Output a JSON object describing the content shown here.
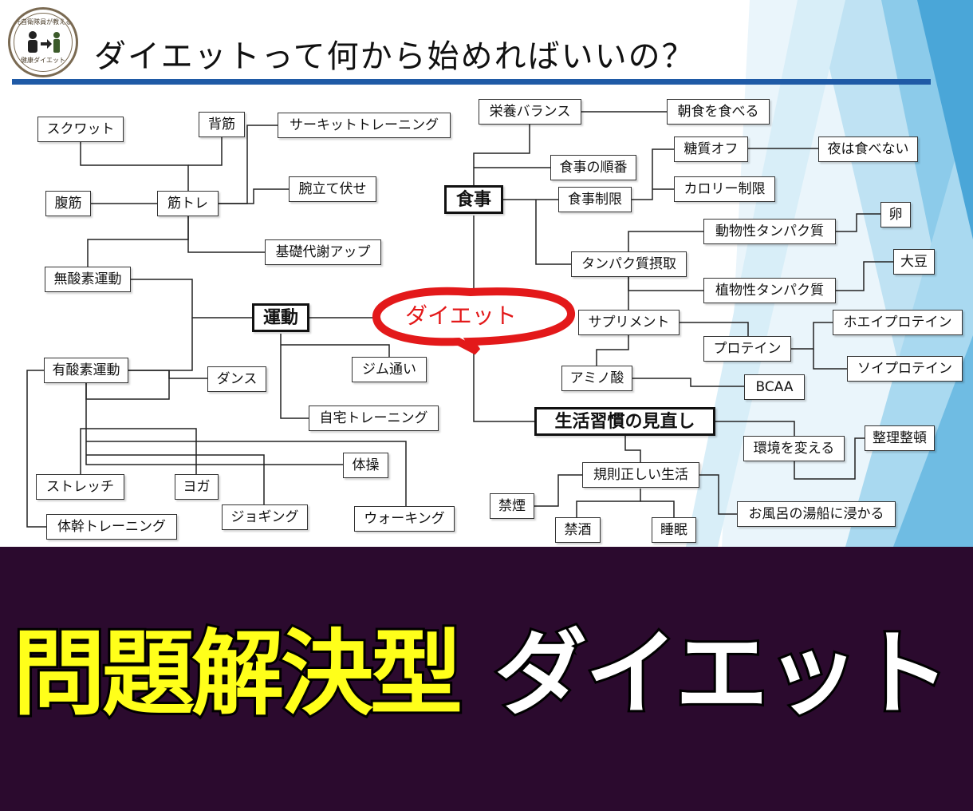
{
  "title": "ダイエットって何から始めればいいの？",
  "logo": {
    "top_text": "元自衛隊員が教える",
    "bottom_text": "健康ダイエット"
  },
  "center": "ダイエット",
  "colors": {
    "title_rule": "#1f5aa6",
    "center_ring": "#e3191a",
    "bottom_bg": "#2b0a2e",
    "banner_yellow": "#ffff1a",
    "banner_white": "#ffffff",
    "deco_blue": "#4aa6d8"
  },
  "nodes": {
    "undou": "運動",
    "shokuji": "食事",
    "seikatsu": "生活習慣の見直し",
    "squat": "スクワット",
    "haikin": "背筋",
    "circuit": "サーキットトレーニング",
    "fukkin": "腹筋",
    "kintore": "筋トレ",
    "udetate": "腕立て伏せ",
    "kiso": "基礎代謝アップ",
    "musanso": "無酸素運動",
    "yusanso": "有酸素運動",
    "dance": "ダンス",
    "gym": "ジム通い",
    "jitaku": "自宅トレーニング",
    "taisou": "体操",
    "stretch": "ストレッチ",
    "yoga": "ヨガ",
    "jogging": "ジョギング",
    "walking": "ウォーキング",
    "taikan": "体幹トレーニング",
    "eiyou": "栄養バランス",
    "choushoku": "朝食を食べる",
    "junban": "食事の順番",
    "toushitsu": "糖質オフ",
    "yoru": "夜は食べない",
    "seigen": "食事制限",
    "calorie": "カロリー制限",
    "doubutsu": "動物性タンパク質",
    "tamago": "卵",
    "tanpaku": "タンパク質摂取",
    "daizu": "大豆",
    "shokubutsu": "植物性タンパク質",
    "supplement": "サプリメント",
    "protein": "プロテイン",
    "whey": "ホエイプロテイン",
    "soy": "ソイプロテイン",
    "amino": "アミノ酸",
    "bcaa": "BCAA",
    "seiri": "整理整頓",
    "kankyou": "環境を変える",
    "kisoku": "規則正しい生活",
    "kinen": "禁煙",
    "furo": "お風呂の湯船に浸かる",
    "kinshu": "禁酒",
    "suimin": "睡眠"
  },
  "banner": {
    "yellow_text": "問題解決型",
    "white_text": "ダイエット"
  }
}
